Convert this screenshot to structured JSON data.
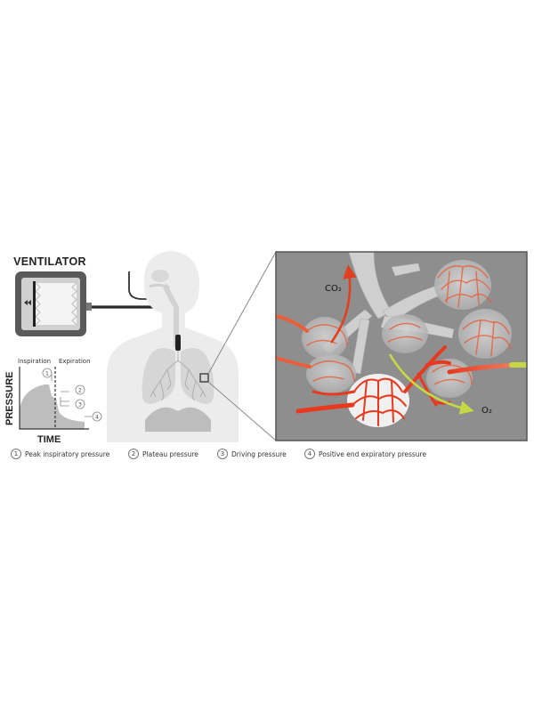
{
  "ventilator": {
    "title": "VENTILATOR"
  },
  "graph": {
    "ylabel": "PRESSURE",
    "xlabel": "TIME",
    "phase_inspiration": "Inspiration",
    "phase_expiration": "Expiration",
    "markers": [
      "1",
      "2",
      "3",
      "4"
    ]
  },
  "zoom": {
    "co2_label": "CO₂",
    "o2_label": "O₂"
  },
  "legend": [
    {
      "num": "1",
      "label": "Peak inspiratory pressure"
    },
    {
      "num": "2",
      "label": "Plateau pressure"
    },
    {
      "num": "3",
      "label": "Driving pressure"
    },
    {
      "num": "4",
      "label": "Positive end expiratory pressure"
    }
  ],
  "colors": {
    "capillary_red": "#e8391f",
    "oxygen_arrow": "#c8d842",
    "zoom_background": "#8e8e8e",
    "body_silhouette": "#ececec"
  }
}
